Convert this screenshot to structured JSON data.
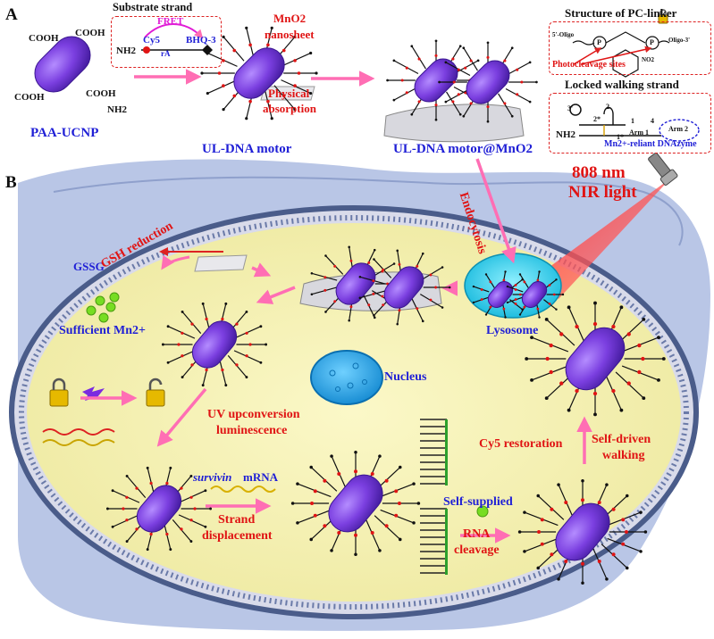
{
  "panels": {
    "a": "A",
    "b": "B"
  },
  "top": {
    "paa_ucnp": "PAA-UCNP",
    "cooh": "COOH",
    "substrate_title": "Substrate strand",
    "fret": "FRET",
    "cy5": "Cy5",
    "bhq3": "BHQ-3",
    "ra": "rA",
    "nh2": "NH2",
    "ul_dna_motor": "UL-DNA motor",
    "mno2_line1": "MnO2",
    "mno2_line2": "nanosheet",
    "physical_line1": "Physical",
    "physical_line2": "absorption",
    "ul_dna_motor_mno2": "UL-DNA motor@MnO2",
    "pc_title": "Structure of PC-linker",
    "oligo5": "5'-Oligo",
    "oligo3": "Oligo-3'",
    "p_label": "P",
    "no2": "NO2",
    "photocleavage": "Photocleavage sites",
    "locked_title": "Locked walking strand",
    "arm1": "Arm 1",
    "arm2": "Arm 2",
    "dnazyme": "Mn2+-reliant DNAzyme",
    "nums": [
      "3'",
      "2",
      "2*",
      "1",
      "1*",
      "4"
    ]
  },
  "cell": {
    "endocytosis": "Endocytosis",
    "nir_line1": "808 nm",
    "nir_line2": "NIR light",
    "gssg": "GSSG",
    "gsh": "GSH reduction",
    "mn": "Sufficient Mn2+",
    "lysosome": "Lysosome",
    "nucleus": "Nucleus",
    "uv_line1": "UV upconversion",
    "uv_line2": "luminescence",
    "survivin": "survivin",
    "mrna": "mRNA",
    "strand_line1": "Strand",
    "strand_line2": "displacement",
    "selfsup": "Self-supplied",
    "rna_line1": "RNA",
    "rna_line2": "cleavage",
    "cy5res": "Cy5 restoration",
    "walk_line1": "Self-driven",
    "walk_line2": "walking"
  },
  "colors": {
    "ucnp": "#7b3fe0",
    "cytoplasm": "#f7f4b4",
    "tissue": "#b9c6e6",
    "membrane": "#4a5c8a",
    "lysosome": "#27d0e6",
    "nucleus": "#1aa3e3",
    "arrow": "#ff6eb4",
    "red_text": "#e01414",
    "blue_text": "#1f1fd6",
    "mn_dot": "#77dd22"
  }
}
